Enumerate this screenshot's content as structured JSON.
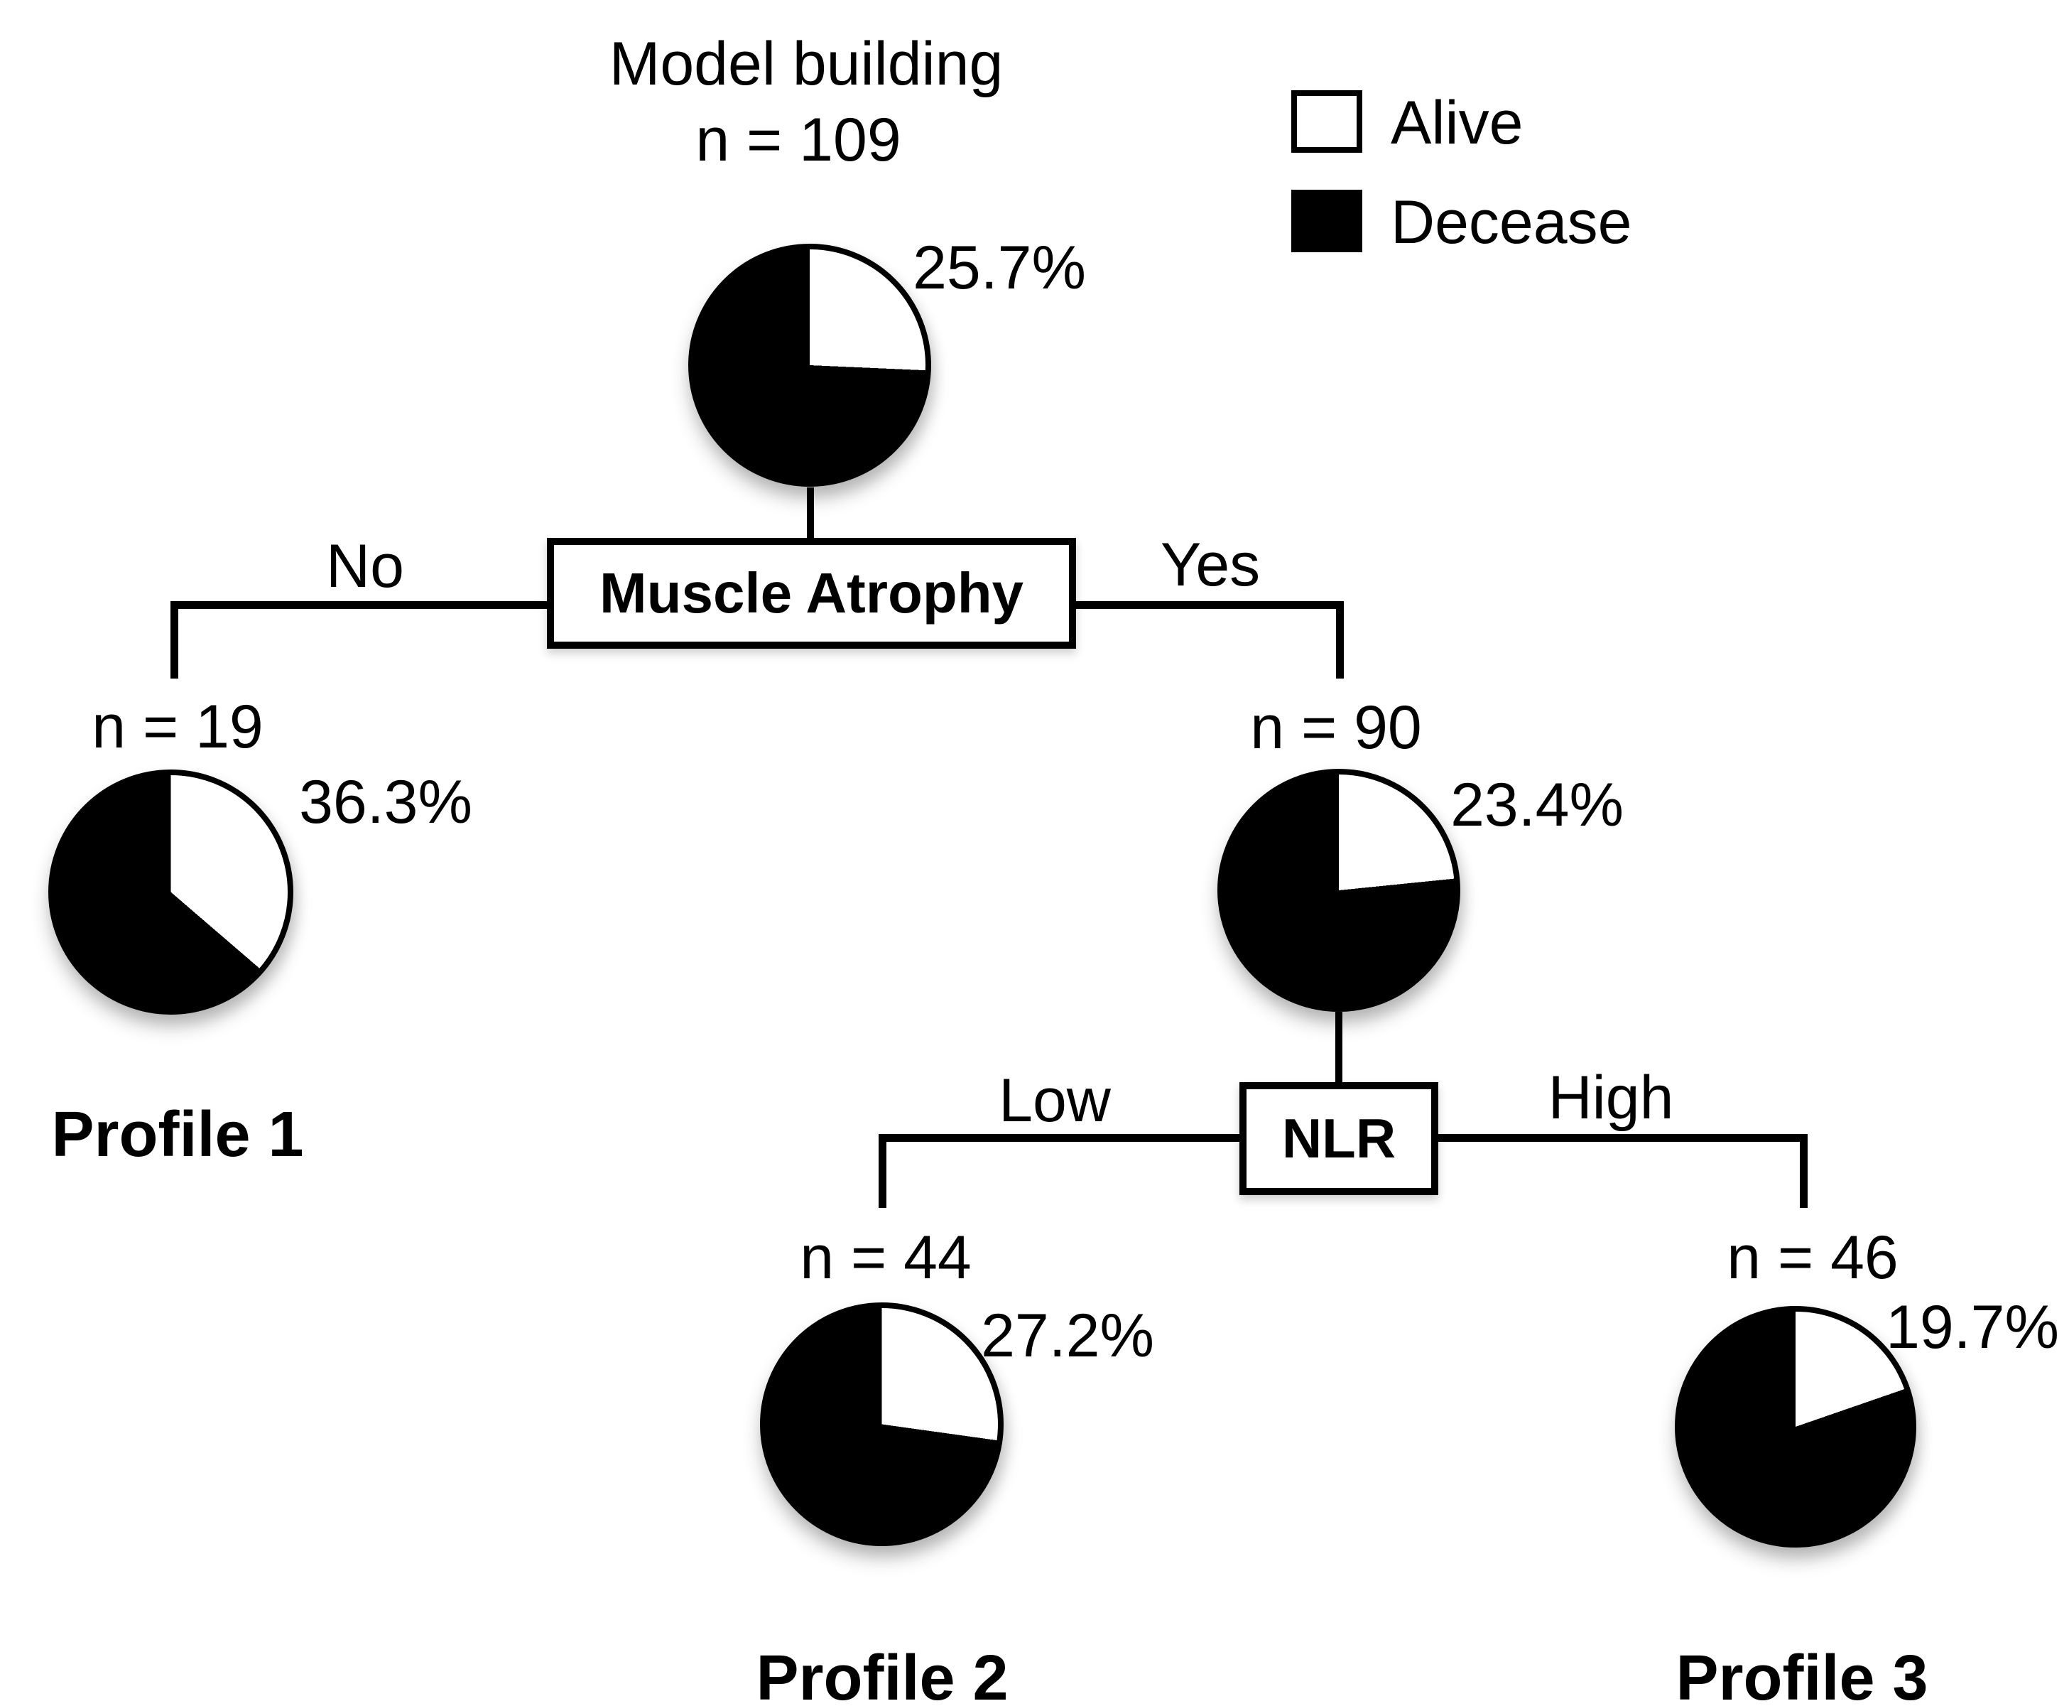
{
  "figure": {
    "title": "Model building",
    "title_n": "n = 109",
    "legend": {
      "alive": "Alive",
      "decease": "Decease",
      "alive_color": "#ffffff",
      "decease_color": "#000000"
    },
    "decisions": {
      "muscle_atrophy": {
        "label": "Muscle Atrophy",
        "left": "No",
        "right": "Yes"
      },
      "nlr": {
        "label": "NLR",
        "left": "Low",
        "right": "High"
      }
    },
    "nodes": {
      "root": {
        "n": "n = 109",
        "pct": "25.7%",
        "alive_pct": 25.7
      },
      "profile1": {
        "n": "n = 19",
        "pct": "36.3%",
        "alive_pct": 36.3,
        "label": "Profile 1"
      },
      "yes": {
        "n": "n = 90",
        "pct": "23.4%",
        "alive_pct": 23.4
      },
      "profile2": {
        "n": "n = 44",
        "pct": "27.2%",
        "alive_pct": 27.2,
        "label": "Profile 2"
      },
      "profile3": {
        "n": "n = 46",
        "pct": "19.7%",
        "alive_pct": 19.7,
        "label": "Profile 3"
      }
    }
  },
  "chart_data": [
    {
      "type": "pie",
      "title": "Model building",
      "n": 109,
      "slices": [
        {
          "label": "Alive",
          "value": 25.7
        },
        {
          "label": "Decease",
          "value": 74.3
        }
      ]
    },
    {
      "type": "pie",
      "title": "Profile 1 (Muscle Atrophy = No)",
      "n": 19,
      "slices": [
        {
          "label": "Alive",
          "value": 36.3
        },
        {
          "label": "Decease",
          "value": 63.7
        }
      ]
    },
    {
      "type": "pie",
      "title": "Muscle Atrophy = Yes",
      "n": 90,
      "slices": [
        {
          "label": "Alive",
          "value": 23.4
        },
        {
          "label": "Decease",
          "value": 76.6
        }
      ]
    },
    {
      "type": "pie",
      "title": "Profile 2 (NLR = Low)",
      "n": 44,
      "slices": [
        {
          "label": "Alive",
          "value": 27.2
        },
        {
          "label": "Decease",
          "value": 72.8
        }
      ]
    },
    {
      "type": "pie",
      "title": "Profile 3 (NLR = High)",
      "n": 46,
      "slices": [
        {
          "label": "Alive",
          "value": 19.7
        },
        {
          "label": "Decease",
          "value": 80.3
        }
      ]
    }
  ]
}
